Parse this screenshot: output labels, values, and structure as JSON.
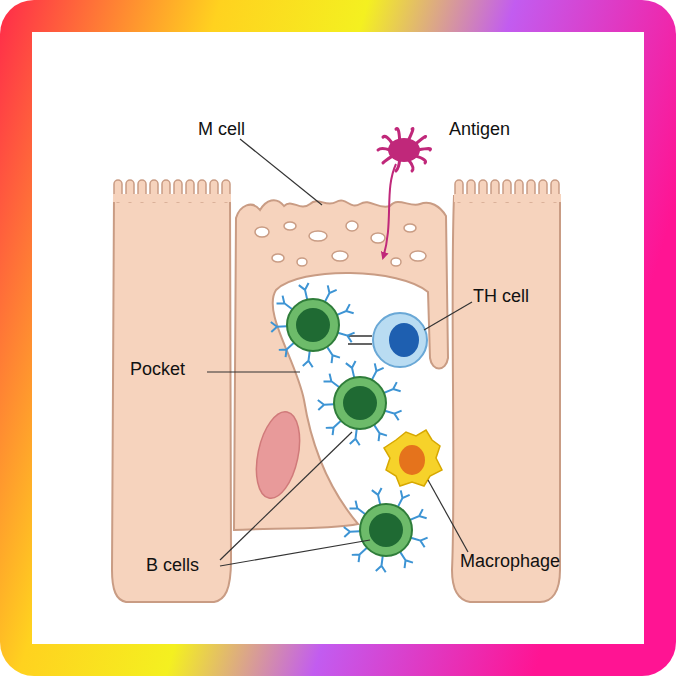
{
  "diagram": {
    "labels": [
      "M cell",
      "Antigen",
      "TH cell",
      "Pocket",
      "B cells",
      "Macrophage"
    ]
  }
}
